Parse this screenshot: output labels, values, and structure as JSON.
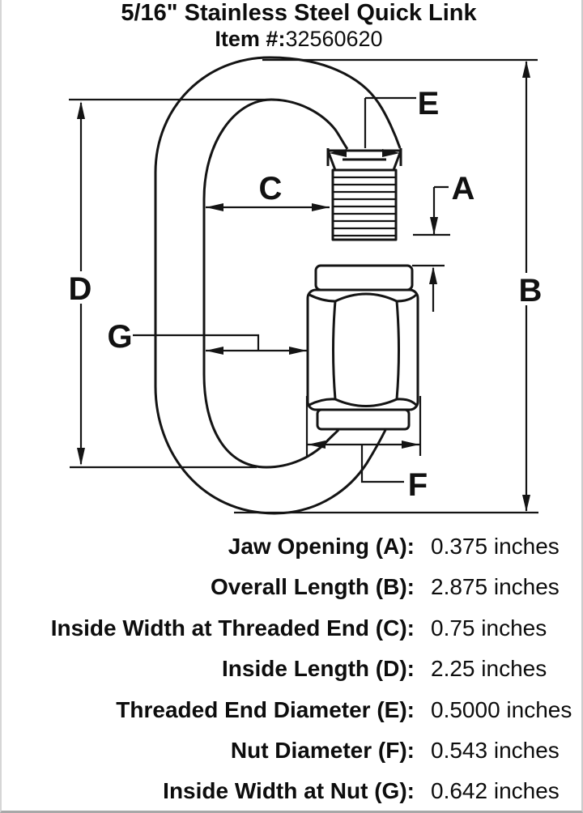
{
  "header": {
    "title": "5/16\" Stainless Steel Quick Link",
    "item_label": "Item #:",
    "item_number": "32560620"
  },
  "diagram": {
    "labels": {
      "a": "A",
      "b": "B",
      "c": "C",
      "d": "D",
      "e": "E",
      "f": "F",
      "g": "G"
    },
    "line_color": "#141414"
  },
  "specs": {
    "rows": [
      {
        "label": "Jaw Opening (A):",
        "value": "0.375 inches"
      },
      {
        "label": "Overall Length (B):",
        "value": "2.875 inches"
      },
      {
        "label": "Inside Width at Threaded End (C):",
        "value": "0.75 inches"
      },
      {
        "label": "Inside Length (D):",
        "value": "2.25 inches"
      },
      {
        "label": "Threaded End Diameter (E):",
        "value": "0.5000 inches"
      },
      {
        "label": "Nut Diameter (F):",
        "value": "0.543 inches"
      },
      {
        "label": "Inside Width at Nut (G):",
        "value": "0.642 inches"
      }
    ]
  }
}
